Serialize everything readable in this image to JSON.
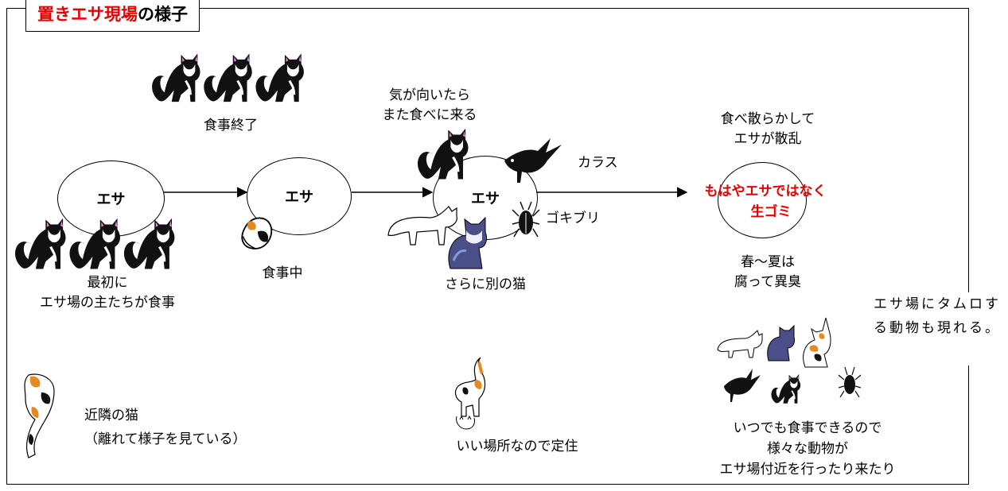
{
  "title": {
    "highlight": "置きエサ現場",
    "rest": "の様子"
  },
  "nodes": {
    "esa1": "エサ",
    "esa2": "エサ",
    "esa3": "エサ",
    "garbage_line1": "もはやエサではなく",
    "garbage_line2": "生ゴミ"
  },
  "labels": {
    "finished": "食事終了",
    "first_line1": "最初に",
    "first_line2": "エサ場の主たちが食事",
    "eating": "食事中",
    "revisit_line1": "気が向いたら",
    "revisit_line2": "また食べに来る",
    "crow": "カラス",
    "cockroach": "ゴキブリ",
    "another_cat": "さらに別の猫",
    "scatter_line1": "食べ散らかして",
    "scatter_line2": "エサが散乱",
    "smell_line1": "春～夏は",
    "smell_line2": "腐って異臭",
    "neighbor_line1": "近隣の猫",
    "neighbor_line2": "（離れて様子を見ている）",
    "resident": "いい場所なので定住",
    "anytime_line1": "いつでも食事できるので",
    "anytime_line2": "様々な動物が",
    "anytime_line3": "エサ場付近を行ったり来たり",
    "note": "エサ場にタムロする動物も現れる。"
  },
  "colors": {
    "accent": "#e60000",
    "line": "#000000"
  }
}
